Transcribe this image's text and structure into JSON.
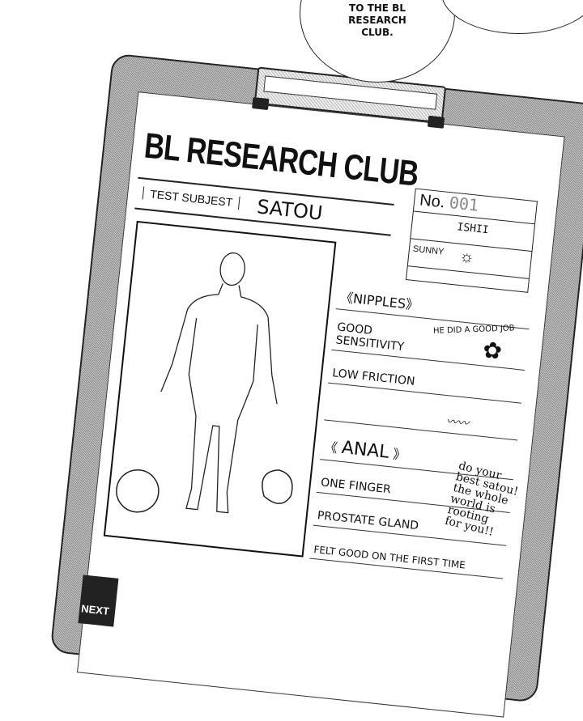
{
  "speech_bubble": {
    "lines": [
      "TO THE BL",
      "RESEARCH",
      "CLUB."
    ]
  },
  "form": {
    "title": "BL RESEARCH CLUB",
    "test_subject_label": "TEST SUBJEST",
    "test_subject_value": "SATOU",
    "info": {
      "no_label": "No.",
      "no_value": "001",
      "examiner": "ISHII",
      "weather": "SUNNY"
    },
    "sections": [
      {
        "header": "NIPPLES",
        "items": [
          "GOOD SENSITIVITY",
          "LOW FRICTION"
        ],
        "stamp": "HE DID A GOOD JOB"
      },
      {
        "header": "ANAL",
        "items": [
          "ONE FINGER",
          "PROSTATE GLAND",
          "FELT GOOD ON THE FIRST TIME"
        ]
      }
    ],
    "cheer_note": [
      "do your",
      "best satou!",
      "the whole",
      "world is",
      "rooting",
      "for you!!"
    ]
  },
  "next_badge": "NEXT"
}
